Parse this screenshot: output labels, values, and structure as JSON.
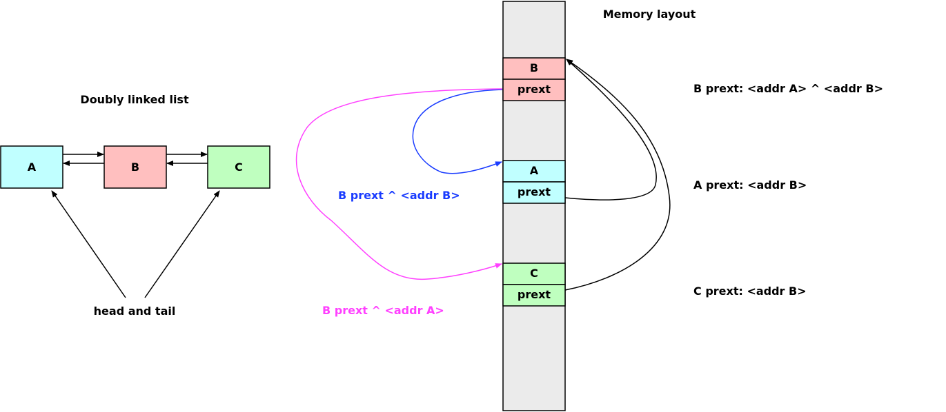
{
  "colors": {
    "node_a": "#c0ffff",
    "node_b": "#ffbfbf",
    "node_c": "#bfffbf",
    "memory_bg": "#ebebeb",
    "blue": "#1a3cff",
    "magenta": "#ff40ff",
    "black": "#000000"
  },
  "left": {
    "title": "Doubly linked list",
    "nodes": [
      "A",
      "B",
      "C"
    ],
    "head_tail_label": "head and tail"
  },
  "memory": {
    "title": "Memory layout",
    "blocks": [
      {
        "name": "B",
        "field": "prext"
      },
      {
        "name": "A",
        "field": "prext"
      },
      {
        "name": "C",
        "field": "prext"
      }
    ]
  },
  "annotations": {
    "b_prext": "B prext: <addr A> ^ <addr B>",
    "a_prext": "A prext: <addr B>",
    "c_prext": "C prext: <addr B>",
    "blue_expr": "B prext ^ <addr B>",
    "magenta_expr": "B prext ^ <addr A>"
  }
}
